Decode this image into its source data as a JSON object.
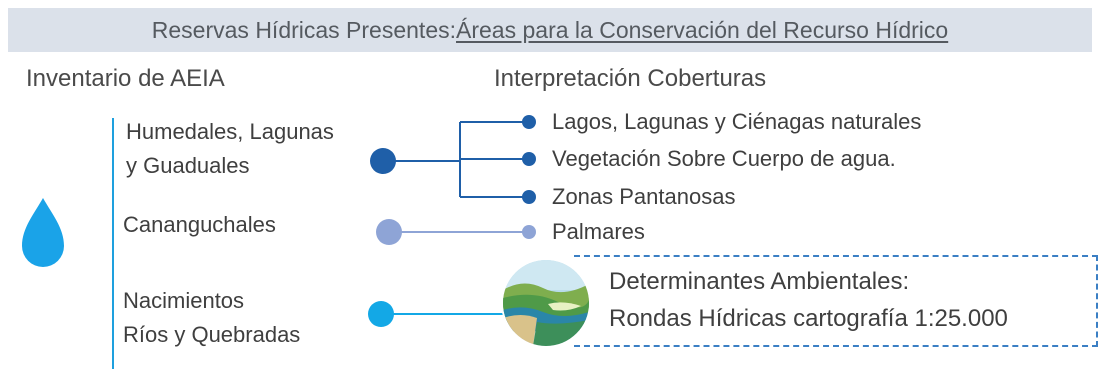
{
  "banner": {
    "prefix": "Reservas Hídricas Presentes: ",
    "link": "Áreas para la Conservación del Recurso Hídrico"
  },
  "left_header": "Inventario de AEIA",
  "right_header": "Interpretación Coberturas",
  "categories": [
    {
      "line1": "Humedales, Lagunas",
      "line2": "y  Guaduales",
      "color": "#1f5fa8"
    },
    {
      "line1": "Cananguchales",
      "color": "#8ea4d6"
    },
    {
      "line1": "Nacimientos",
      "line2": "Ríos y Quebradas",
      "color": "#13a8e6"
    }
  ],
  "coverages": [
    "Lagos, Lagunas y Ciénagas naturales",
    "Vegetación Sobre Cuerpo de agua.",
    "Zonas Pantanosas",
    "Palmares"
  ],
  "determinants": {
    "line1": "Determinantes Ambientales:",
    "line2": "Rondas  Hídricas cartografía 1:25.000"
  },
  "icons": [
    "water-drop-icon",
    "landscape-photo"
  ],
  "colors": {
    "banner_bg": "#dbe1ea",
    "water_drop": "#1aa3e8",
    "dashed_border": "#3b7fc4"
  }
}
